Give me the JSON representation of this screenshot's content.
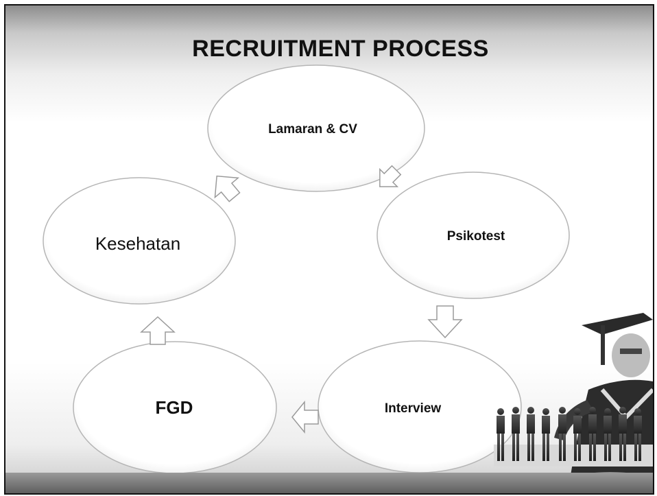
{
  "slide": {
    "title": "RECRUITMENT PROCESS"
  },
  "nodes": [
    {
      "id": "lamaran",
      "label": "Lamaran & CV"
    },
    {
      "id": "psikotest",
      "label": "Psikotest"
    },
    {
      "id": "interview",
      "label": "Interview"
    },
    {
      "id": "fgd",
      "label": "FGD"
    },
    {
      "id": "kesehatan",
      "label": "Kesehatan"
    }
  ],
  "arrows": [
    {
      "from": "lamaran",
      "to": "psikotest",
      "icon": "arrow-down-right-icon"
    },
    {
      "from": "psikotest",
      "to": "interview",
      "icon": "arrow-down-icon"
    },
    {
      "from": "interview",
      "to": "fgd",
      "icon": "arrow-left-icon"
    },
    {
      "from": "fgd",
      "to": "kesehatan",
      "icon": "arrow-up-icon"
    },
    {
      "from": "kesehatan",
      "to": "lamaran",
      "icon": "arrow-up-right-icon"
    }
  ],
  "decoration": {
    "icon": "graduate-with-people-illustration"
  }
}
